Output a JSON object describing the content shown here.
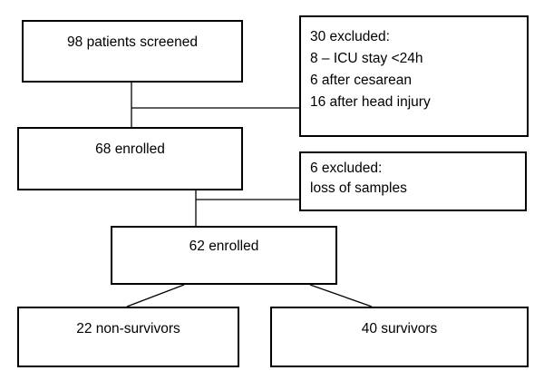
{
  "diagram": {
    "screened": "98 patients screened",
    "excluded_1": {
      "lines": [
        "30 excluded:",
        "8 – ICU stay <24h",
        "6 after cesarean",
        "16 after head injury"
      ]
    },
    "enrolled_68": "68 enrolled",
    "excluded_2": {
      "lines": [
        "6 excluded:",
        "loss of samples"
      ]
    },
    "enrolled_62": "62 enrolled",
    "non_survivors": "22 non-survivors",
    "survivors": "40 survivors"
  },
  "colors": {
    "stroke": "#000000",
    "background": "#ffffff"
  }
}
